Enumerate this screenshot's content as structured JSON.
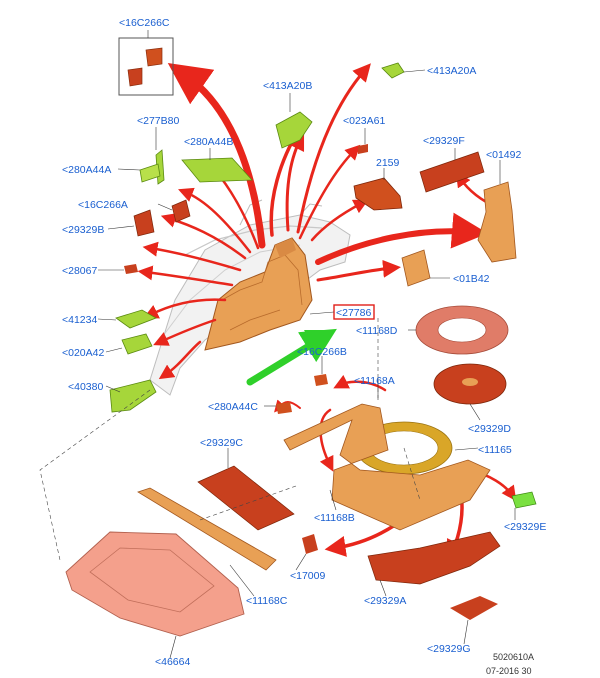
{
  "diagram": {
    "labels": {
      "c16c266c_top": "<16C266C",
      "c413a20b": "<413A20B",
      "c413a20a": "<413A20A",
      "c277b80": "<277B80",
      "c280a44b": "<280A44B",
      "c023a61": "<023A61",
      "c29329f": "<29329F",
      "c01492": "<01492",
      "c280a44a": "<280A44A",
      "c2159": "2159",
      "c16c266a": "<16C266A",
      "c29329b": "<29329B",
      "c28067": "<28067",
      "c01b42": "<01B42",
      "c27786": "<27786",
      "c41234": "<41234",
      "c11168d": "<11168D",
      "c020a42": "<020A42",
      "c16c266b": "<16C266B",
      "c11168a": "<11168A",
      "c40380": "<40380",
      "c280a44c": "<280A44C",
      "c29329d": "<29329D",
      "c29329c": "<29329C",
      "c11165": "<11165",
      "c11168b": "<11168B",
      "c29329e": "<29329E",
      "c17009": "<17009",
      "c11168c": "<11168C",
      "c29329a": "<29329A",
      "c29329g": "<29329G",
      "c46664": "<46664"
    },
    "footer": {
      "code": "5020610A",
      "date": "07-2016 30"
    },
    "colors": {
      "label": "#1a5fd0",
      "arrow_red": "#e8261c",
      "arrow_green": "#2fd02a",
      "orange_part": "#e8a055",
      "dark_orange": "#c4682a",
      "red_part": "#c8401e",
      "green_part": "#a6d63a",
      "gold_ring": "#d9a628",
      "salmon_ring": "#e07c68",
      "highlight_box": "#e0201a"
    }
  }
}
